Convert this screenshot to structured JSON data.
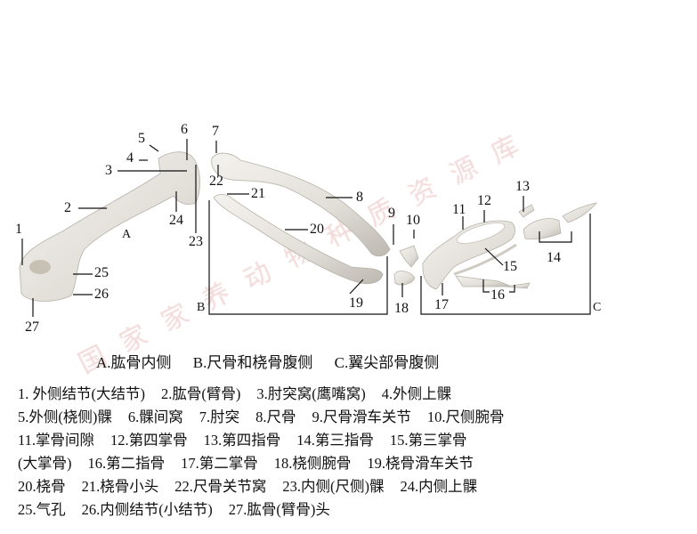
{
  "watermark": "国家家养动物种质资源库",
  "panels": {
    "a": "A",
    "b": "B",
    "c": "C"
  },
  "labels": [
    "1",
    "2",
    "3",
    "4",
    "5",
    "6",
    "7",
    "8",
    "9",
    "10",
    "11",
    "12",
    "13",
    "14",
    "15",
    "16",
    "17",
    "18",
    "19",
    "20",
    "21",
    "22",
    "23",
    "24",
    "25",
    "26",
    "27"
  ],
  "captions": [
    "A.肱骨内侧",
    "B.尺骨和桡骨腹侧",
    "C.翼尖部骨腹侧"
  ],
  "legend": [
    [
      "1. 外侧结节(大结节)",
      "2.肱骨(臂骨)",
      "3.肘突窝(鹰嘴窝)",
      "4.外侧上髁"
    ],
    [
      "5.外侧(桡侧)髁",
      "6.髁间窝",
      "7.肘突",
      "8.尺骨",
      "9.尺骨滑车关节",
      "10.尺侧腕骨"
    ],
    [
      "11.掌骨间隙",
      "12.第四掌骨",
      "13.第四指骨",
      "14.第三指骨",
      "15.第三掌骨"
    ],
    [
      "(大掌骨)",
      "16.第二指骨",
      "17.第二掌骨",
      "18.桡侧腕骨",
      "19.桡骨滑车关节"
    ],
    [
      "20.桡骨",
      "21.桡骨小头",
      "22.尺骨关节窝",
      "23.内侧(尺侧)髁",
      "24.内侧上髁"
    ],
    [
      "25.气孔",
      "26.内侧结节(小结节)",
      "27.肱骨(臂骨)头"
    ]
  ]
}
